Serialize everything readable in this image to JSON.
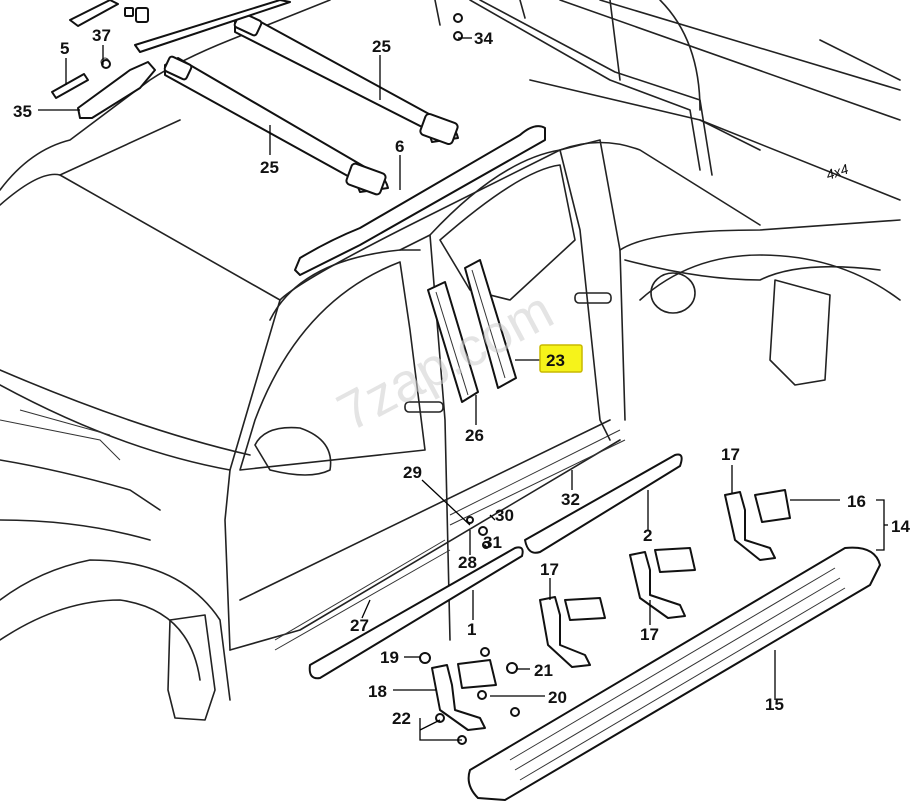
{
  "watermark": "7zap.com",
  "highlighted_callout": "23",
  "callouts": {
    "c5": "5",
    "c37": "37",
    "c35": "35",
    "c25a": "25",
    "c25b": "25",
    "c6": "6",
    "c34": "34",
    "c23": "23",
    "c26": "26",
    "c29": "29",
    "c30": "30",
    "c31": "31",
    "c28": "28",
    "c32": "32",
    "c2": "2",
    "c27": "27",
    "c1": "1",
    "c17a": "17",
    "c17b": "17",
    "c17c": "17",
    "c16": "16",
    "c14": "14",
    "c19": "19",
    "c21": "21",
    "c18": "18",
    "c20": "20",
    "c22": "22",
    "c15": "15"
  },
  "badge_text": "4x4",
  "colors": {
    "highlight": "#f6f31a",
    "line": "#222222"
  }
}
